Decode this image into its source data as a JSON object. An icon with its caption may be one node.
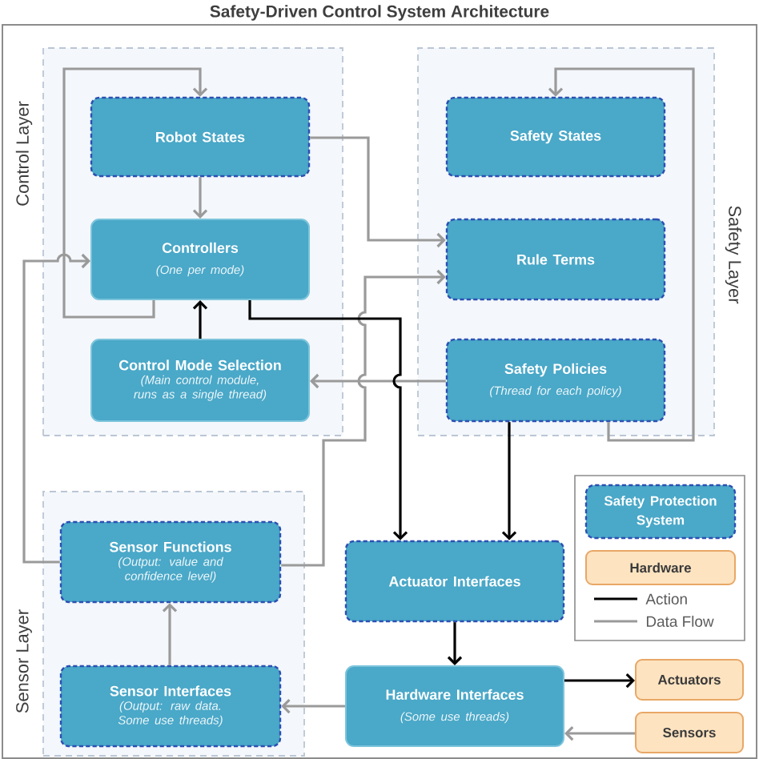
{
  "diagram": {
    "title": "Safety-Driven Control System Architecture",
    "nodes": [
      {
        "text": [
          "Control Layer"
        ]
      },
      {
        "text": [
          "Robot States"
        ],
        "in": 0
      },
      {
        "text": [
          "Controllers",
          "(One per mode)"
        ],
        "in": 0
      },
      {
        "text": [
          "Control Mode Selection",
          "(Main control module, runs as a single thread)"
        ],
        "in": 0
      },
      {
        "text": [
          "Safety Layer"
        ]
      },
      {
        "text": [
          "Safety States"
        ],
        "in": 4
      },
      {
        "text": [
          "Rule Terms"
        ],
        "in": 4
      },
      {
        "text": [
          "Safety Policies",
          "(Thread for each policy)"
        ],
        "in": 4
      },
      {
        "text": [
          "Sensor Layer"
        ]
      },
      {
        "text": [
          "Sensor Functions",
          "(Output: value and confidence level)"
        ],
        "in": 8
      },
      {
        "text": [
          "Sensor Interfaces",
          "(Output: raw data. Some use threads)"
        ],
        "in": 8
      },
      {
        "text": [
          "Actuator Interfaces"
        ]
      },
      {
        "text": [
          "Hardware Interfaces",
          "(Some use threads)"
        ]
      },
      {
        "text": [
          "Actuators"
        ]
      },
      {
        "text": [
          "Sensors"
        ]
      }
    ],
    "edges": [
      {
        "from": 1,
        "to": 2,
        "arrow": "to"
      },
      {
        "from": 2,
        "to": 1,
        "arrow": "to"
      },
      {
        "from": 1,
        "to": 6,
        "arrow": "to"
      },
      {
        "from": 9,
        "to": 2,
        "arrow": "to"
      },
      {
        "from": 9,
        "to": 6,
        "arrow": "to"
      },
      {
        "from": 7,
        "to": 3,
        "arrow": "to"
      },
      {
        "from": 7,
        "to": 5,
        "arrow": "to"
      },
      {
        "from": 3,
        "to": 2,
        "arrow": "to",
        "color": "#000000"
      },
      {
        "from": 2,
        "to": 11,
        "arrow": "to",
        "color": "#000000"
      },
      {
        "from": 7,
        "to": 11,
        "arrow": "to",
        "color": "#000000"
      },
      {
        "from": 11,
        "to": 12,
        "arrow": "to",
        "color": "#000000"
      },
      {
        "from": 12,
        "to": 13,
        "arrow": "to",
        "color": "#000000"
      },
      {
        "from": 14,
        "to": 12,
        "arrow": "to"
      },
      {
        "from": 12,
        "to": 10,
        "arrow": "to"
      },
      {
        "from": 10,
        "to": 9,
        "arrow": "to"
      }
    ],
    "legend": [
      {
        "text": "Safety Protection System"
      },
      {
        "text": "Hardware",
        "color": "#fde3c0"
      },
      {
        "text": "Action"
      },
      {
        "text": "Data Flow"
      }
    ]
  }
}
